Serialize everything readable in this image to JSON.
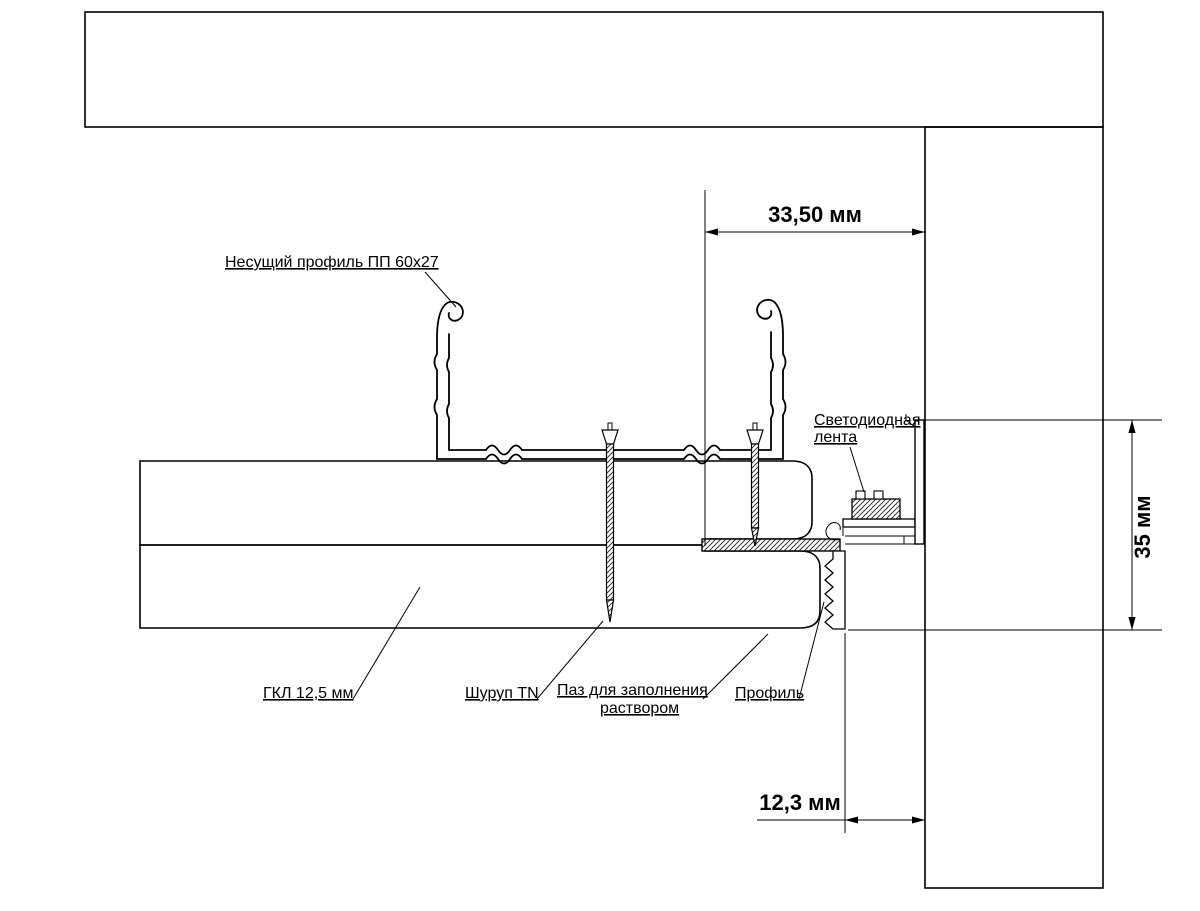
{
  "labels": {
    "carrier_profile": "Несущий профиль ПП 60х27",
    "led_strip_line1": "Светодиодная",
    "led_strip_line2": "лента",
    "gypsum_board": "ГКЛ 12,5 мм",
    "screw": "Шуруп TN",
    "mortar_groove_line1": "Паз для заполнения",
    "mortar_groove_line2": "раствором",
    "profile": "Профиль"
  },
  "dimensions": {
    "horizontal_offset": "33,50 мм",
    "vertical_height": "35 мм",
    "bottom_depth": "12,3 мм"
  },
  "colors": {
    "line": "#000000",
    "hatch": "#3a3a3a",
    "board_fill": "#ececec",
    "background": "#ffffff"
  }
}
